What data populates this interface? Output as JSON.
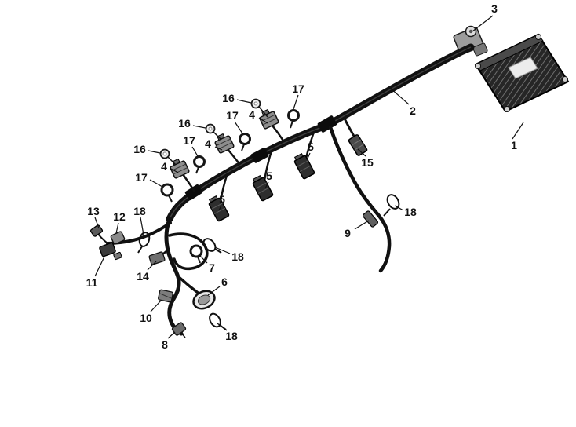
{
  "diagram": {
    "colors": {
      "background": "#ffffff",
      "line": "#111111"
    },
    "callouts": [
      {
        "label": "3"
      },
      {
        "label": "2"
      },
      {
        "label": "1"
      },
      {
        "label": "16"
      },
      {
        "label": "17"
      },
      {
        "label": "4"
      },
      {
        "label": "16"
      },
      {
        "label": "17"
      },
      {
        "label": "4"
      },
      {
        "label": "16"
      },
      {
        "label": "17"
      },
      {
        "label": "4"
      },
      {
        "label": "17"
      },
      {
        "label": "5"
      },
      {
        "label": "5"
      },
      {
        "label": "5"
      },
      {
        "label": "15"
      },
      {
        "label": "18"
      },
      {
        "label": "9"
      },
      {
        "label": "13"
      },
      {
        "label": "12"
      },
      {
        "label": "18"
      },
      {
        "label": "11"
      },
      {
        "label": "14"
      },
      {
        "label": "7"
      },
      {
        "label": "18"
      },
      {
        "label": "6"
      },
      {
        "label": "10"
      },
      {
        "label": "8"
      },
      {
        "label": "18"
      }
    ]
  }
}
